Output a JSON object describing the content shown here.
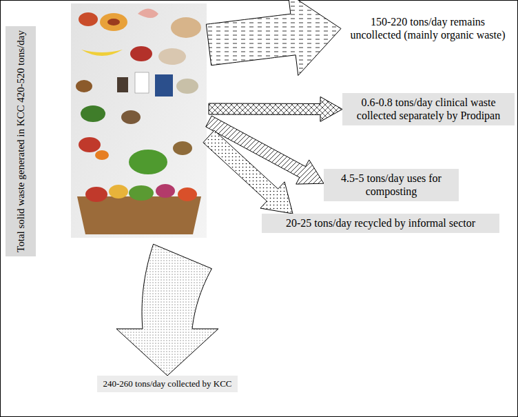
{
  "diagram": {
    "nodes": [
      {
        "text": [
          "Total solid waste generated in KCC 420-520 tons/day"
        ]
      },
      {
        "text": [
          "150-220 tons/day remains uncollected (mainly organic waste)"
        ]
      },
      {
        "text": [
          "0.6-0.8 tons/day clinical waste collected separately by Prodipan"
        ]
      },
      {
        "text": [
          "4.5-5 tons/day uses for composting"
        ]
      },
      {
        "text": [
          "20-25 tons/day recycled by informal sector"
        ]
      },
      {
        "text": [
          "240-260 tons/day collected by KCC"
        ]
      }
    ],
    "edges": [
      {
        "from": 0,
        "to": 1,
        "arrow": "to"
      },
      {
        "from": 0,
        "to": 2,
        "arrow": "to"
      },
      {
        "from": 0,
        "to": 3,
        "arrow": "to"
      },
      {
        "from": 0,
        "to": 4,
        "arrow": "to"
      },
      {
        "from": 0,
        "to": 5,
        "arrow": "to"
      }
    ]
  }
}
